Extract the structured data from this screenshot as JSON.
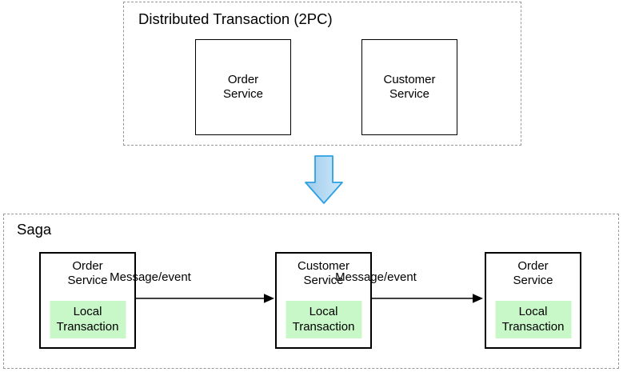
{
  "two_pc": {
    "title": "Distributed Transaction (2PC)",
    "nodes": [
      {
        "label": "Order Service"
      },
      {
        "label": "Customer Service"
      }
    ]
  },
  "transition": {
    "icon": "down-block-arrow"
  },
  "saga": {
    "title": "Saga",
    "nodes": [
      {
        "label": "Order Service",
        "inner_label": "Local Transaction"
      },
      {
        "label": "Customer Service",
        "inner_label": "Local Transaction"
      },
      {
        "label": "Order Service",
        "inner_label": "Local Transaction"
      }
    ],
    "edges": [
      {
        "label": "Message/event"
      },
      {
        "label": "Message/event"
      }
    ]
  },
  "colors": {
    "background": "#ffffff",
    "dashed-border": "#999999",
    "node-border": "#000000",
    "connector": "#000000",
    "local-transaction-bg": "#c8f7c8",
    "arrow-fill-start": "#9ecbeb",
    "arrow-fill-end": "#cfe8fa",
    "arrow-stroke": "#2da0e1"
  }
}
